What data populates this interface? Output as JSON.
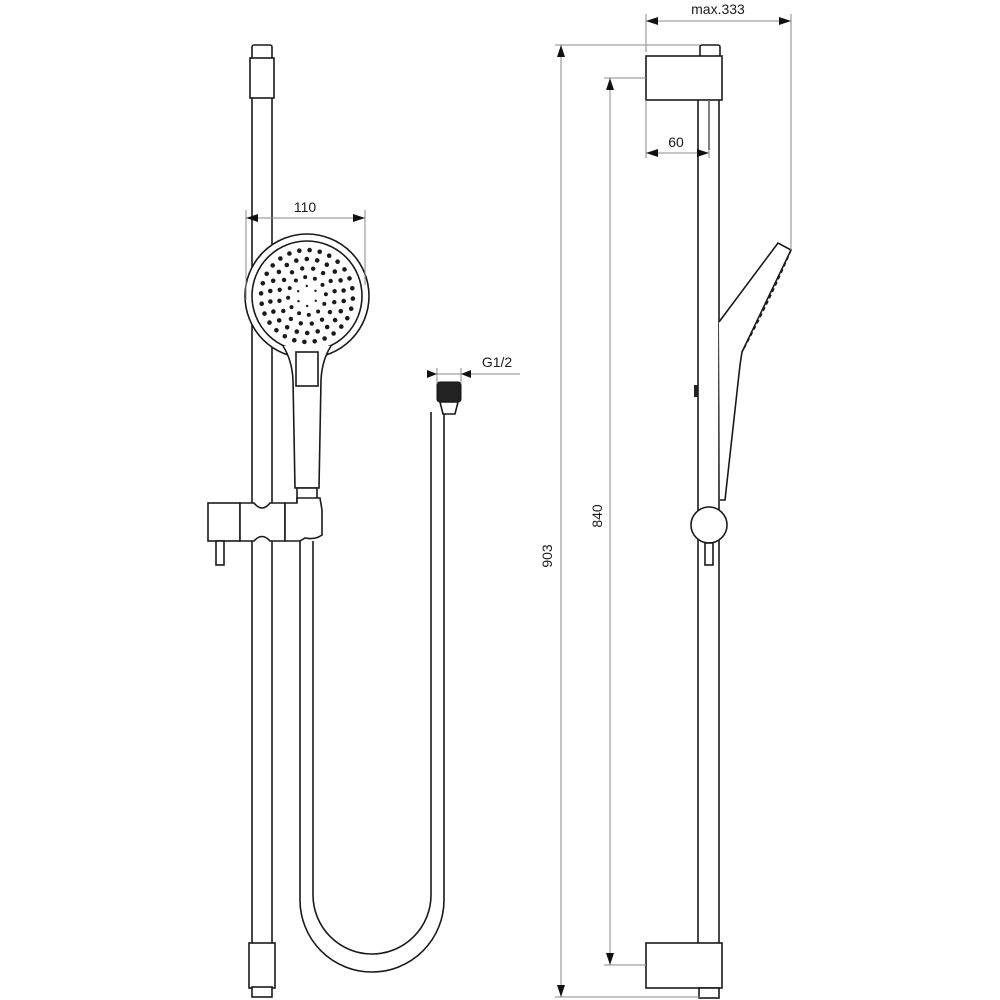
{
  "drawing": {
    "type": "technical-dimension-drawing",
    "subject": "shower rail set with hand shower and hose",
    "views": [
      "front-view",
      "side-view"
    ]
  },
  "dimensions": {
    "handshower_diameter": "110",
    "hose_thread": "G1/2",
    "overall_height": "903",
    "bracket_centers": "840",
    "max_projection": "max.333",
    "bracket_projection": "60"
  },
  "colors": {
    "line": "#1a1a1a",
    "dimension_line": "#8a8a8a",
    "background": "#ffffff"
  }
}
